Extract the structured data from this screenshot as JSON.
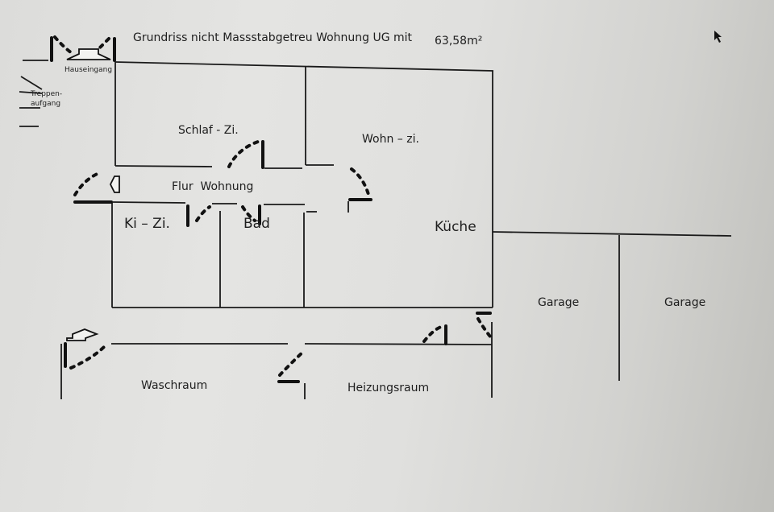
{
  "title": {
    "text": "Grundriss nicht Massstabgetreu Wohnung UG mit",
    "area": "63,58m²"
  },
  "labels": {
    "entrance": "Hauseingang",
    "stairs_line1": "Treppen-",
    "stairs_line2": "aufgang"
  },
  "rooms": {
    "bedroom": "Schlaf - Zi.",
    "living": "Wohn – zi.",
    "hallway": "Flur  Wohnung",
    "kids": "Ki – Zi.",
    "bath": "Bad",
    "kitchen": "Küche",
    "garage_1": "Garage",
    "garage_2": "Garage",
    "laundry": "Waschraum",
    "boiler": "Heizungsraum"
  },
  "colors": {
    "line": "#1a1a1a",
    "background": "#e0e0de"
  }
}
